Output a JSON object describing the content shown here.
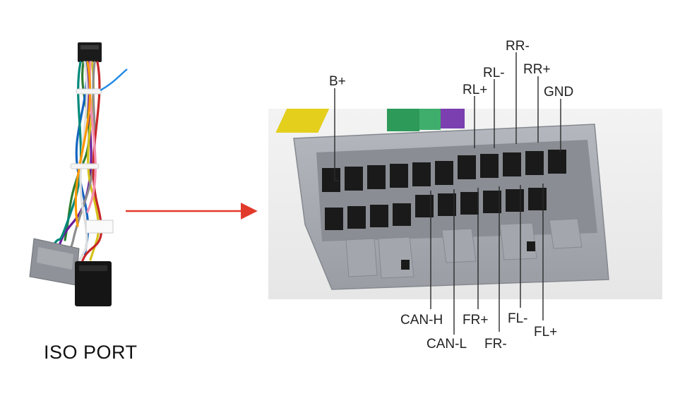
{
  "caption": "ISO PORT",
  "harness_tag_text": "",
  "connector_pin_labels": {
    "b_plus": "B+",
    "rl_plus": "RL+",
    "rl_minus": "RL-",
    "rr_minus": "RR-",
    "rr_plus": "RR+",
    "gnd": "GND",
    "can_h": "CAN-H",
    "can_l": "CAN-L",
    "fr_plus": "FR+",
    "fr_minus": "FR-",
    "fl_minus": "FL-",
    "fl_plus": "FL+"
  },
  "colors": {
    "background": "#ffffff",
    "connector_body": "#a9adb3",
    "arrow": "#e23a2a",
    "leader_line": "#2a2a2a",
    "label_text": "#222222"
  }
}
